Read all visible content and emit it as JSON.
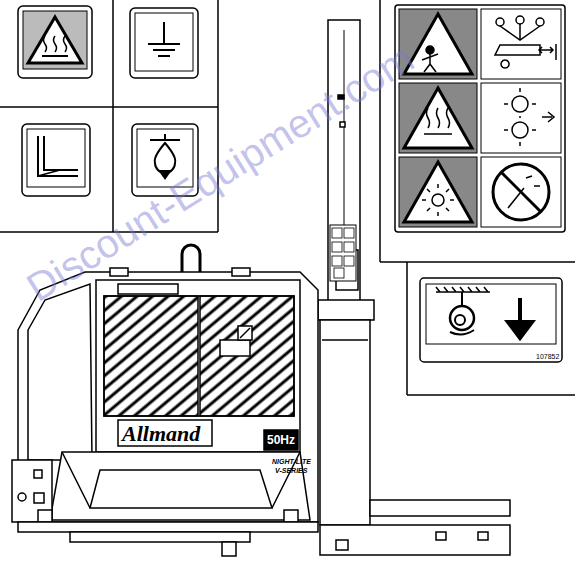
{
  "diagram": {
    "labels": [
      "Allmand",
      "50Hz",
      "NIGHT-LITE",
      "V-SERIES",
      "107852",
      "Discount-Equipment.com"
    ]
  }
}
